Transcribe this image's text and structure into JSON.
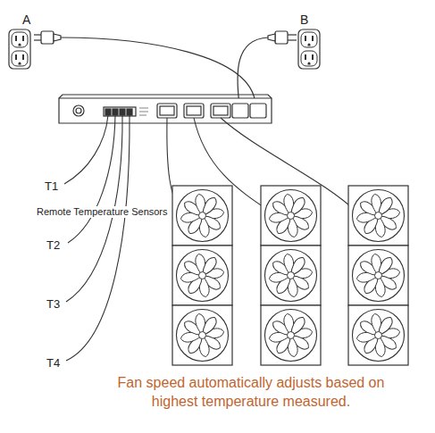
{
  "diagram": {
    "caption": "Fan speed automatically adjusts based on highest temperature measured.",
    "labels": [
      "A",
      "B",
      "T1",
      "Remote Temperature Sensors",
      "T2",
      "T3",
      "T4"
    ]
  }
}
